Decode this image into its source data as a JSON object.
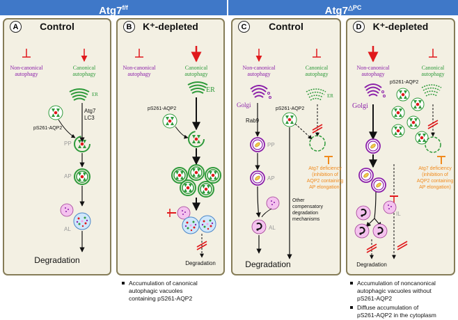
{
  "header": {
    "left": {
      "base": "Atg7",
      "sup": "f/f"
    },
    "right": {
      "base": "Atg7",
      "sup": "△PC"
    }
  },
  "panels": [
    {
      "letter": "A",
      "title": "Control"
    },
    {
      "letter": "B",
      "title": "K⁺-depleted"
    },
    {
      "letter": "C",
      "title": "Control"
    },
    {
      "letter": "D",
      "title": "K⁺-depleted"
    }
  ],
  "labels": {
    "noncanonical": [
      "Non-canonical",
      "autophagy"
    ],
    "canonical": [
      "Canonical",
      "autophagy"
    ],
    "er": "ER",
    "golgi": "Golgi",
    "rab9": "Rab9",
    "atg7": "Atg7",
    "lc3": "LC3",
    "ps261": "pS261-AQP2",
    "pp": "PP",
    "ap": "AP",
    "al": "AL",
    "il": "IL",
    "degradation": "Degradation",
    "deficiency": [
      "Atg7 deficiency",
      "(inhibition of",
      "AQP2 containing",
      "AP elongation)"
    ],
    "other": [
      "Other",
      "compensatory",
      "degradation",
      "mechanisms"
    ]
  },
  "notes": {
    "B": [
      "Accumulation of canonical",
      "autophagic vacuoles",
      "containing pS261-AQP2"
    ],
    "D": [
      [
        "Accumulation of noncanonical",
        "autophagic vacuoles without",
        "pS261-AQP2"
      ],
      [
        "Diffuse accumulation of",
        "pS261-AQP2 in the cytoplasm"
      ]
    ]
  },
  "colors": {
    "header": "#3f78c8",
    "panel_bg": "#f3f0e3",
    "panel_border": "#857c57",
    "noncanonical": "#8b1fa9",
    "canonical": "#2e9a3a",
    "arrow_red": "#e0191c",
    "orange": "#f08a1c",
    "lysosome": "#f4c2ee"
  }
}
